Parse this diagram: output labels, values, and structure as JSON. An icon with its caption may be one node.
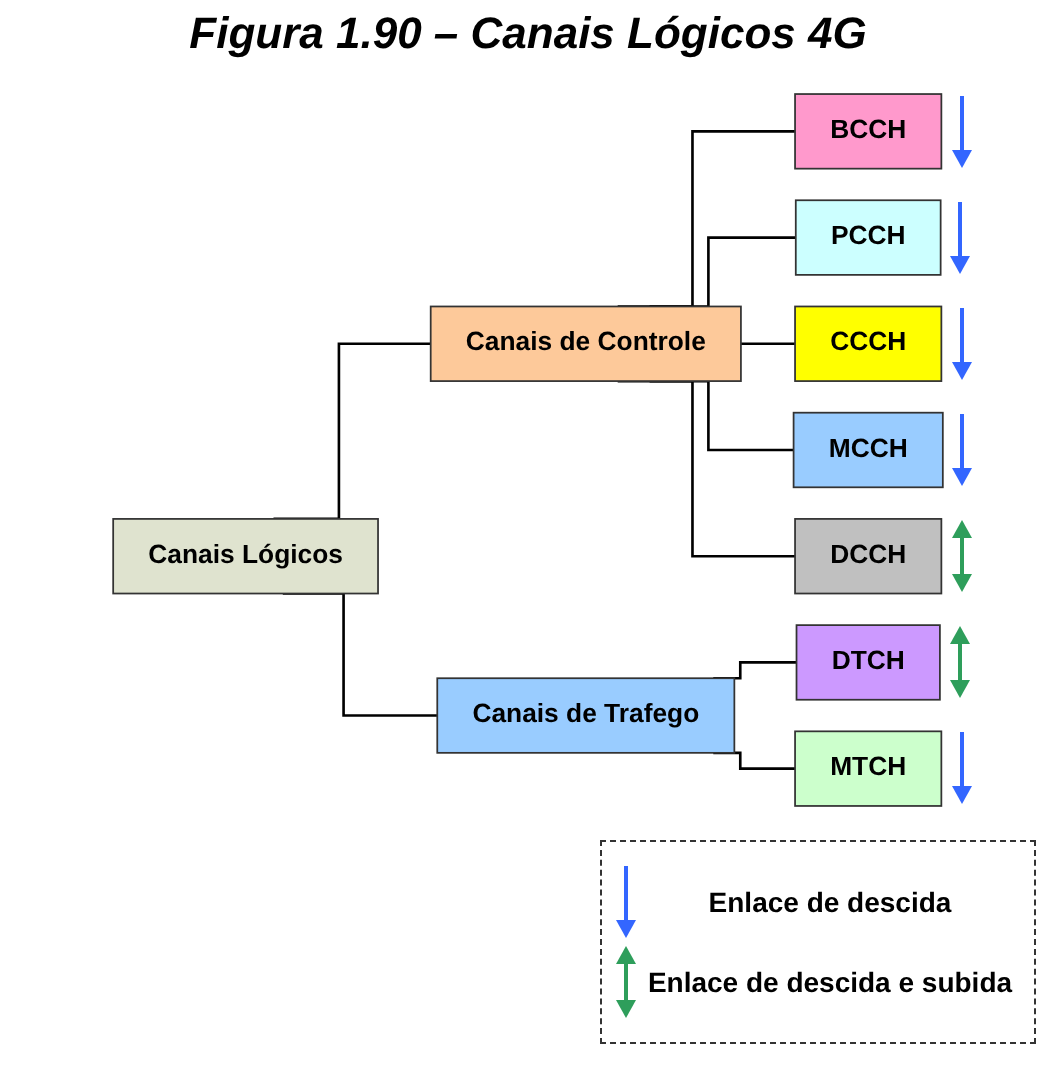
{
  "diagram": {
    "title": "Figura 1.90 – Canais Lógicos 4G",
    "nodes": [
      {
        "text": [
          "Canais Lógicos"
        ]
      },
      {
        "text": [
          "Canais de Controle"
        ]
      },
      {
        "text": [
          "Canais de Trafego"
        ]
      },
      {
        "text": [
          "BCCH"
        ]
      },
      {
        "text": [
          "PCCH"
        ]
      },
      {
        "text": [
          "CCCH"
        ]
      },
      {
        "text": [
          "MCCH"
        ]
      },
      {
        "text": [
          "DCCH"
        ]
      },
      {
        "text": [
          "DTCH"
        ]
      },
      {
        "text": [
          "MTCH"
        ]
      }
    ],
    "edges": [
      {
        "from": 0,
        "to": 1,
        "arrow": "none"
      },
      {
        "from": 0,
        "to": 2,
        "arrow": "none"
      },
      {
        "from": 1,
        "to": 3,
        "arrow": "none"
      },
      {
        "from": 1,
        "to": 4,
        "arrow": "none"
      },
      {
        "from": 1,
        "to": 5,
        "arrow": "none"
      },
      {
        "from": 1,
        "to": 6,
        "arrow": "none"
      },
      {
        "from": 1,
        "to": 7,
        "arrow": "none"
      },
      {
        "from": 2,
        "to": 8,
        "arrow": "none"
      },
      {
        "from": 2,
        "to": 9,
        "arrow": "none"
      }
    ],
    "legend": [
      {
        "text": "Enlace de descida"
      },
      {
        "text": "Enlace de descida e subida"
      }
    ]
  }
}
